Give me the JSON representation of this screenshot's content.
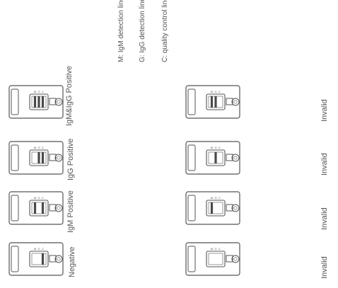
{
  "legend": {
    "m": "M: IgM detection line",
    "g": "G: IgG detection line",
    "c": "C: quality control line"
  },
  "cassette_marks": [
    "M",
    "G",
    "C"
  ],
  "results": [
    {
      "label": "IgM&IgG Positive",
      "bands": [
        1,
        1,
        1
      ]
    },
    {
      "label": "IgG Positive",
      "bands": [
        0,
        1,
        1
      ]
    },
    {
      "label": "IgM Positive",
      "bands": [
        1,
        0,
        1
      ]
    },
    {
      "label": "Negative",
      "bands": [
        0,
        0,
        1
      ]
    },
    {
      "label": "Invalid",
      "bands": [
        1,
        1,
        0
      ]
    },
    {
      "label": "Invalid",
      "bands": [
        0,
        1,
        0
      ]
    },
    {
      "label": "Invalid",
      "bands": [
        1,
        0,
        0
      ]
    },
    {
      "label": "Invalid",
      "bands": [
        0,
        0,
        0
      ]
    }
  ],
  "colors": {
    "stroke": "#555555",
    "band": "#4a4a4a"
  }
}
